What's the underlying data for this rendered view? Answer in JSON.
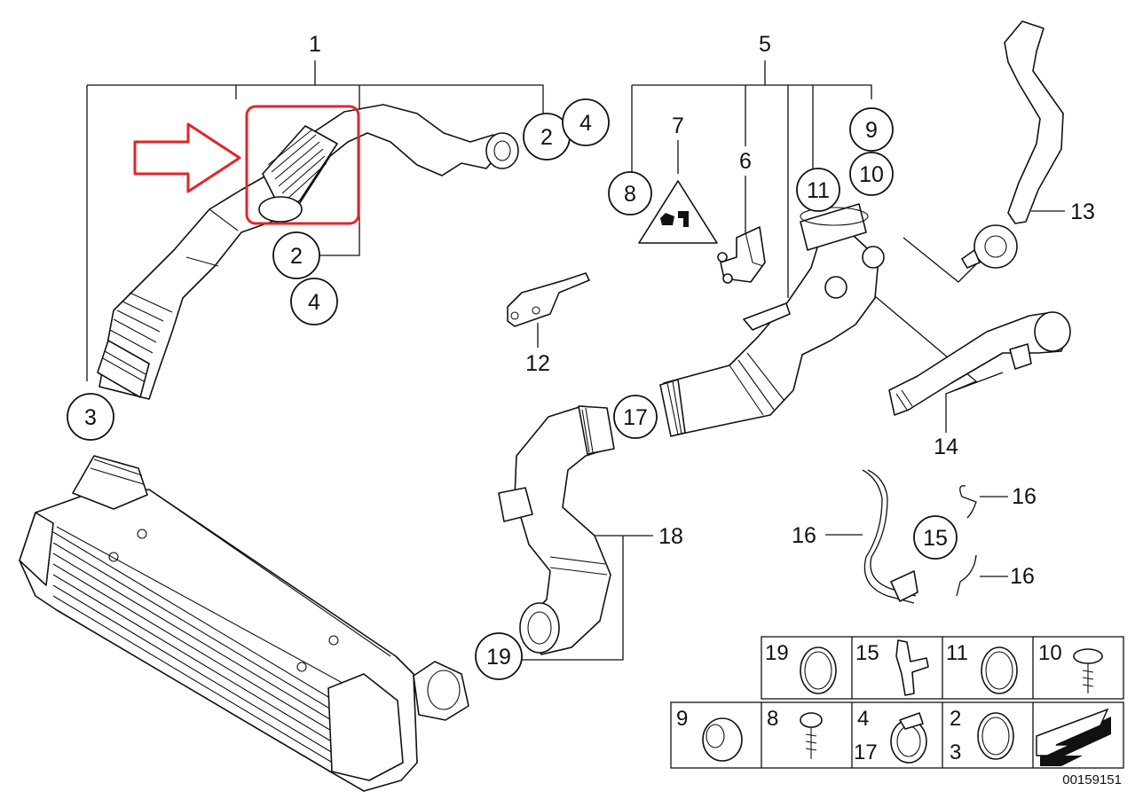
{
  "diagram": {
    "doc_number": "00159151",
    "callouts": {
      "c1": "1",
      "c2a": "2",
      "c4a": "4",
      "c2b": "2",
      "c4b": "4",
      "c3": "3",
      "c5": "5",
      "c7": "7",
      "c6": "6",
      "c8": "8",
      "c9": "9",
      "c10": "10",
      "c11": "11",
      "c12": "12",
      "c13": "13",
      "c14": "14",
      "c16a": "16",
      "c16b": "16",
      "c16c": "16",
      "c15": "15",
      "c17": "17",
      "c18": "18",
      "c19": "19"
    },
    "parts_table": {
      "row1": [
        "19",
        "15",
        "11",
        "10"
      ],
      "row2": [
        {
          "top": "9",
          "bottom": ""
        },
        {
          "top": "8",
          "bottom": ""
        },
        {
          "top": "4",
          "bottom": "17"
        },
        {
          "top": "2",
          "bottom": "3"
        }
      ]
    },
    "highlight_color": "#e0262b",
    "ink_color": "#111111"
  }
}
